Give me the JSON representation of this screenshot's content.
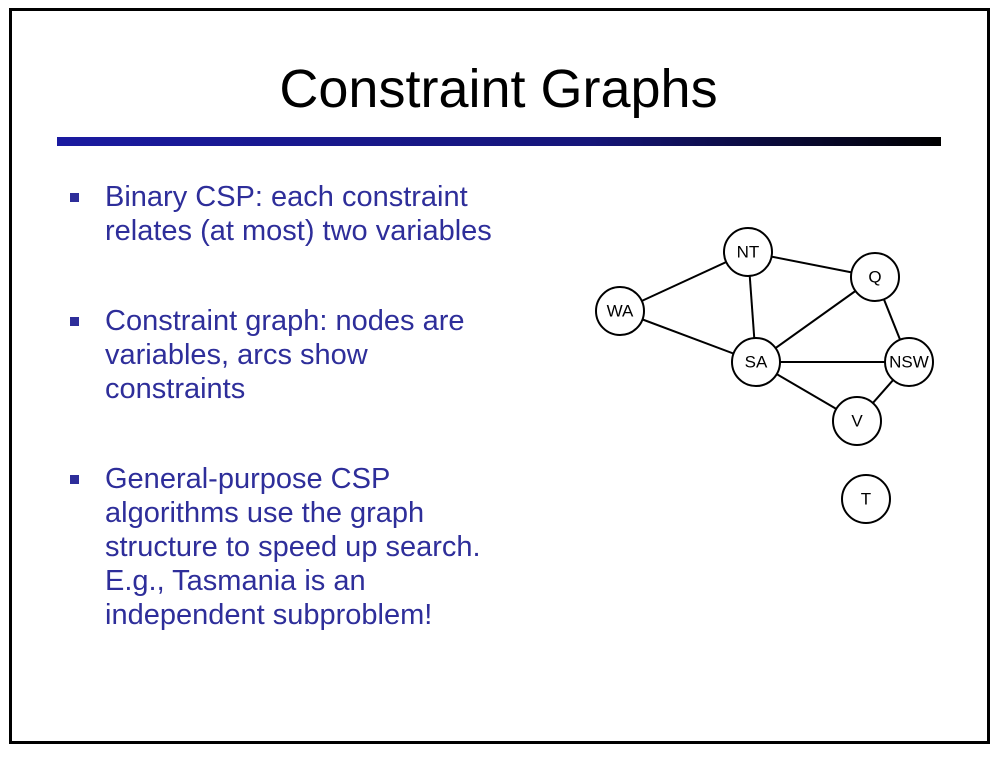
{
  "slide": {
    "title": "Constraint Graphs",
    "bullets": [
      {
        "text": "Binary CSP: each constraint\nrelates (at most) two variables"
      },
      {
        "text": "Constraint graph: nodes are\nvariables, arcs show\nconstraints"
      },
      {
        "text": "General-purpose CSP\nalgorithms use the graph\nstructure to speed up search.\nE.g., Tasmania is an\nindependent subproblem!"
      }
    ]
  },
  "graph": {
    "nodes": [
      {
        "id": "WA",
        "label": "WA"
      },
      {
        "id": "NT",
        "label": "NT"
      },
      {
        "id": "Q",
        "label": "Q"
      },
      {
        "id": "SA",
        "label": "SA"
      },
      {
        "id": "NSW",
        "label": "NSW"
      },
      {
        "id": "V",
        "label": "V"
      },
      {
        "id": "T",
        "label": "T"
      }
    ],
    "edges": [
      [
        "WA",
        "NT"
      ],
      [
        "WA",
        "SA"
      ],
      [
        "NT",
        "SA"
      ],
      [
        "NT",
        "Q"
      ],
      [
        "SA",
        "Q"
      ],
      [
        "SA",
        "NSW"
      ],
      [
        "SA",
        "V"
      ],
      [
        "Q",
        "NSW"
      ],
      [
        "NSW",
        "V"
      ]
    ]
  },
  "colors": {
    "bullet_text": "#2e2e9a",
    "title_bar_start": "#1a1aa0",
    "title_bar_end": "#000000"
  }
}
